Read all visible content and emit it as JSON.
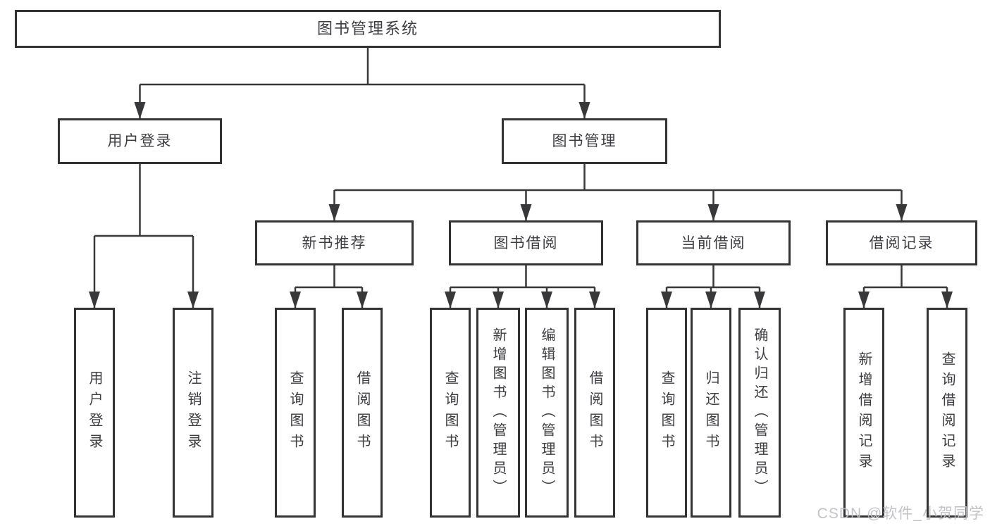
{
  "diagram": {
    "colors": {
      "line": "#38383b",
      "box_border": "#333336",
      "text": "#3d3d42",
      "watermark": "#bdbdc1",
      "background": "#ffffff"
    },
    "nodes": {
      "root": {
        "label": "图书管理系统"
      },
      "userLogin": {
        "label": "用户登录"
      },
      "bookManagement": {
        "label": "图书管理"
      },
      "newBookRecommend": {
        "label": "新书推荐"
      },
      "bookBorrowing": {
        "label": "图书借阅"
      },
      "currentBorrowing": {
        "label": "当前借阅"
      },
      "borrowingRecords": {
        "label": "借阅记录"
      },
      "leafUserLogin": {
        "label": "用户登录"
      },
      "leafLogout": {
        "label": "注销登录"
      },
      "leafNbQueryBooks": {
        "label": "查询图书"
      },
      "leafNbBorrowBooks": {
        "label": "借阅图书"
      },
      "leafBbQueryBooks": {
        "label": "查询图书"
      },
      "leafBbAddBooks": {
        "label": "新增图书（管理员）"
      },
      "leafBbEditBooks": {
        "label": "编辑图书（管理员）"
      },
      "leafBbBorrowBooks": {
        "label": "借阅图书"
      },
      "leafCbQueryBooks": {
        "label": "查询图书"
      },
      "leafCbReturnBooks": {
        "label": "归还图书"
      },
      "leafCbConfirmReturn": {
        "label": "确认归还（管理员）"
      },
      "leafBrAddRecord": {
        "label": "新增借阅记录"
      },
      "leafBrQueryRecord": {
        "label": "查询借阅记录"
      }
    },
    "watermark": {
      "text": "CSDN @软件_小贺同学"
    }
  }
}
